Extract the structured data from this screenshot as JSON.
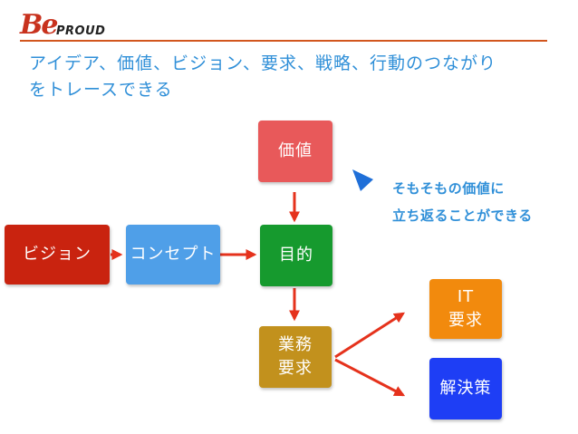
{
  "logo": {
    "mark": "Be",
    "word": "PROUD"
  },
  "title": {
    "line1": "アイデア、価値、ビジョン、要求、戦略、行動のつながり",
    "line2": "をトレースできる"
  },
  "nodes": {
    "value": {
      "label": "価値",
      "color": "#e8595a"
    },
    "vision": {
      "label": "ビジョン",
      "color": "#c9230f"
    },
    "concept": {
      "label": "コンセプト",
      "color": "#4f9fe8"
    },
    "purpose": {
      "label": "目的",
      "color": "#169a2e"
    },
    "business": {
      "line1": "業務",
      "line2": "要求",
      "color": "#c2911d"
    },
    "it": {
      "line1": "IT",
      "line2": "要求",
      "color": "#f28a0d"
    },
    "solution": {
      "label": "解決策",
      "color": "#1e3ef5"
    }
  },
  "note": {
    "line1": "そもそもの価値に",
    "line2": "立ち返ることができる"
  },
  "colors": {
    "arrow": "#e5321c",
    "pointer": "#1f6fd8",
    "accent_rule": "#d2561e",
    "title_text": "#2f8fd8"
  }
}
